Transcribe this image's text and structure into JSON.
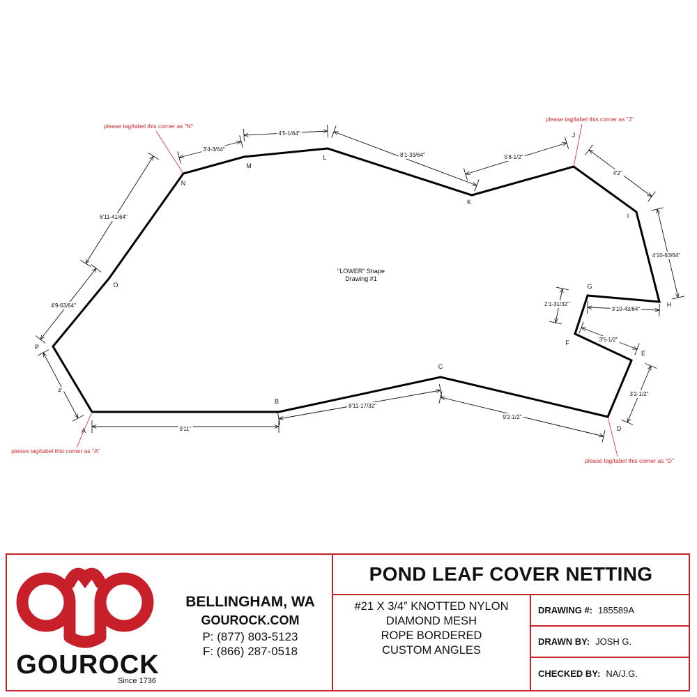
{
  "drawing": {
    "shape_title": "\"LOWER\" Shape",
    "shape_subtitle": "Drawing #1",
    "points": [
      {
        "id": "A",
        "label": "A"
      },
      {
        "id": "B",
        "label": "B"
      },
      {
        "id": "C",
        "label": "C"
      },
      {
        "id": "D",
        "label": "D"
      },
      {
        "id": "E",
        "label": "E"
      },
      {
        "id": "F",
        "label": "F"
      },
      {
        "id": "G",
        "label": "G"
      },
      {
        "id": "H",
        "label": "H"
      },
      {
        "id": "I",
        "label": "I"
      },
      {
        "id": "J",
        "label": "J"
      },
      {
        "id": "K",
        "label": "K"
      },
      {
        "id": "L",
        "label": "L"
      },
      {
        "id": "M",
        "label": "M"
      },
      {
        "id": "N",
        "label": "N"
      },
      {
        "id": "O",
        "label": "O"
      },
      {
        "id": "P",
        "label": "P"
      }
    ],
    "dimensions": [
      {
        "segment": "A-B",
        "text": "9'11\""
      },
      {
        "segment": "B-C",
        "text": "8'11-17/32\""
      },
      {
        "segment": "C-D",
        "text": "9'2-1/2\""
      },
      {
        "segment": "D-E",
        "text": "3'2-1/2\""
      },
      {
        "segment": "E-F",
        "text": "3'5-1/2\""
      },
      {
        "segment": "F-G",
        "text": "2'1-31/32\""
      },
      {
        "segment": "G-H",
        "text": "3'10-43/64\""
      },
      {
        "segment": "H-I",
        "text": "4'10-63/64\""
      },
      {
        "segment": "I-J",
        "text": "4'2\""
      },
      {
        "segment": "J-K",
        "text": "5'8-1/2\""
      },
      {
        "segment": "K-L",
        "text": "8'1-33/64\""
      },
      {
        "segment": "L-M",
        "text": "4'5-1/64\""
      },
      {
        "segment": "M-N",
        "text": "3'4-3/64\""
      },
      {
        "segment": "N-O",
        "text": "6'11-41/64\""
      },
      {
        "segment": "O-P",
        "text": "4'9-63/64\""
      },
      {
        "segment": "P-A",
        "text": "4'"
      }
    ],
    "notes": [
      {
        "corner": "N",
        "text": "please tag/tabel this corner as \"N\""
      },
      {
        "corner": "J",
        "text": "please tag/tabel this corner as \"J\""
      },
      {
        "corner": "A",
        "text": "please tag/tabel this corner as \"A\""
      },
      {
        "corner": "D",
        "text": "please tag/tabel this corner as \"D\""
      }
    ],
    "outline_color": "#000000",
    "note_color": "#d8262c"
  },
  "title_block": {
    "logo_text": "GOUROCK",
    "logo_since": "Since 1736",
    "city": "BELLINGHAM, WA",
    "website": "GOUROCK.COM",
    "phone": "P: (877) 803-5123",
    "fax": "F: (866) 287-0518",
    "title": "POND LEAF COVER NETTING",
    "description": [
      "#21 X 3/4” KNOTTED NYLON",
      "DIAMOND MESH",
      "ROPE BORDERED",
      "CUSTOM ANGLES"
    ],
    "drawing_number_label": "DRAWING #:",
    "drawing_number": "185589A",
    "drawn_by_label": "DRAWN BY:",
    "drawn_by": "JOSH G.",
    "checked_by_label": "CHECKED BY:",
    "checked_by": "NA/J.G.",
    "border_color": "#c8202a",
    "logo_color": "#c8202a"
  }
}
